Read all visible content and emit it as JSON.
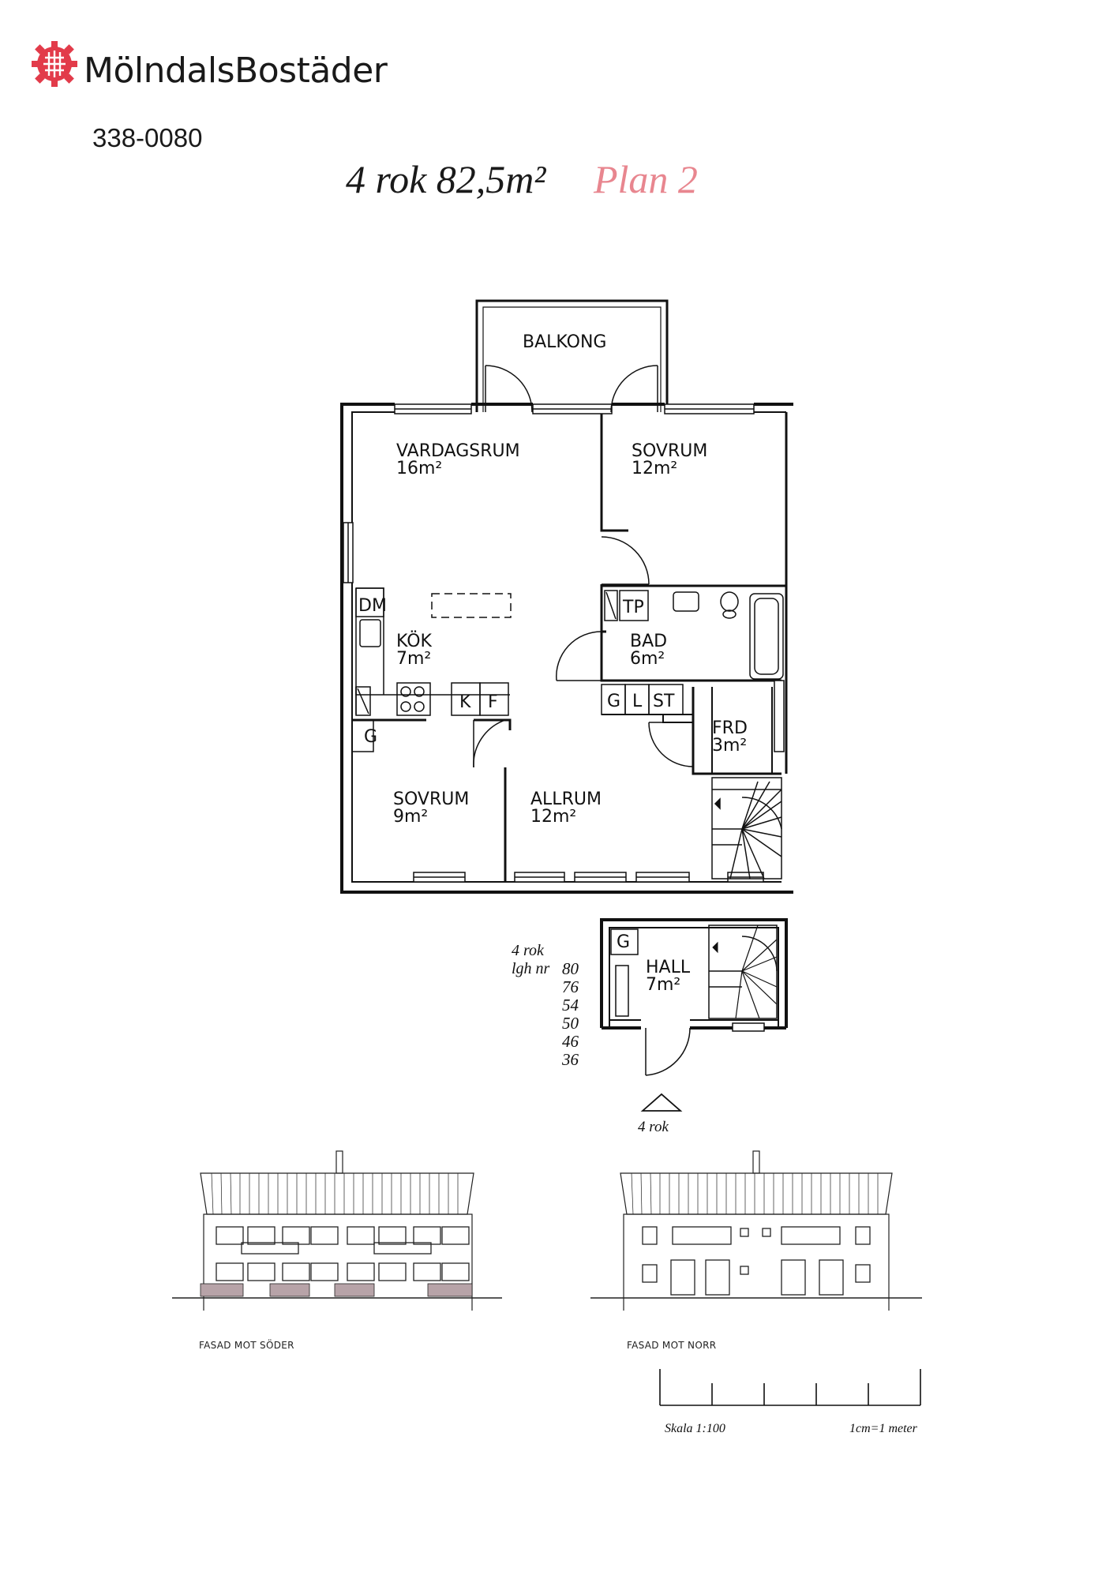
{
  "header": {
    "brand": "MölndalsBostäder",
    "apartment_code": "338-0080",
    "title": "4 rok 82,5m²",
    "plan_label": "Plan 2"
  },
  "colors": {
    "brand_red": "#e23b4a",
    "plan_pink": "#e8868f"
  },
  "plan": {
    "balcony": "BALKONG",
    "rooms": {
      "vardagsrum": {
        "name": "VARDAGSRUM",
        "area": "16m²"
      },
      "sovrum_top": {
        "name": "SOVRUM",
        "area": "12m²"
      },
      "kok": {
        "name": "KÖK",
        "area": "7m²"
      },
      "bad": {
        "name": "BAD",
        "area": "6m²"
      },
      "frd": {
        "name": "FRD",
        "area": "3m²"
      },
      "sovrum_bottom": {
        "name": "SOVRUM",
        "area": "9m²"
      },
      "allrum": {
        "name": "ALLRUM",
        "area": "12m²"
      },
      "hall": {
        "name": "HALL",
        "area": "7m²"
      }
    },
    "fixtures": {
      "dm": "DM",
      "tp": "TP",
      "k": "K",
      "f": "F",
      "g": "G",
      "l": "L",
      "st": "ST"
    },
    "legend": {
      "type": "4 rok",
      "lgh_label": "lgh nr",
      "numbers": [
        "80",
        "76",
        "54",
        "50",
        "46",
        "36"
      ]
    },
    "entrance_label": "4 rok"
  },
  "facades": {
    "south": "FASAD MOT SÖDER",
    "north": "FASAD MOT NORR"
  },
  "scale": {
    "label": "Skala 1:100",
    "unit": "1cm=1 meter"
  }
}
